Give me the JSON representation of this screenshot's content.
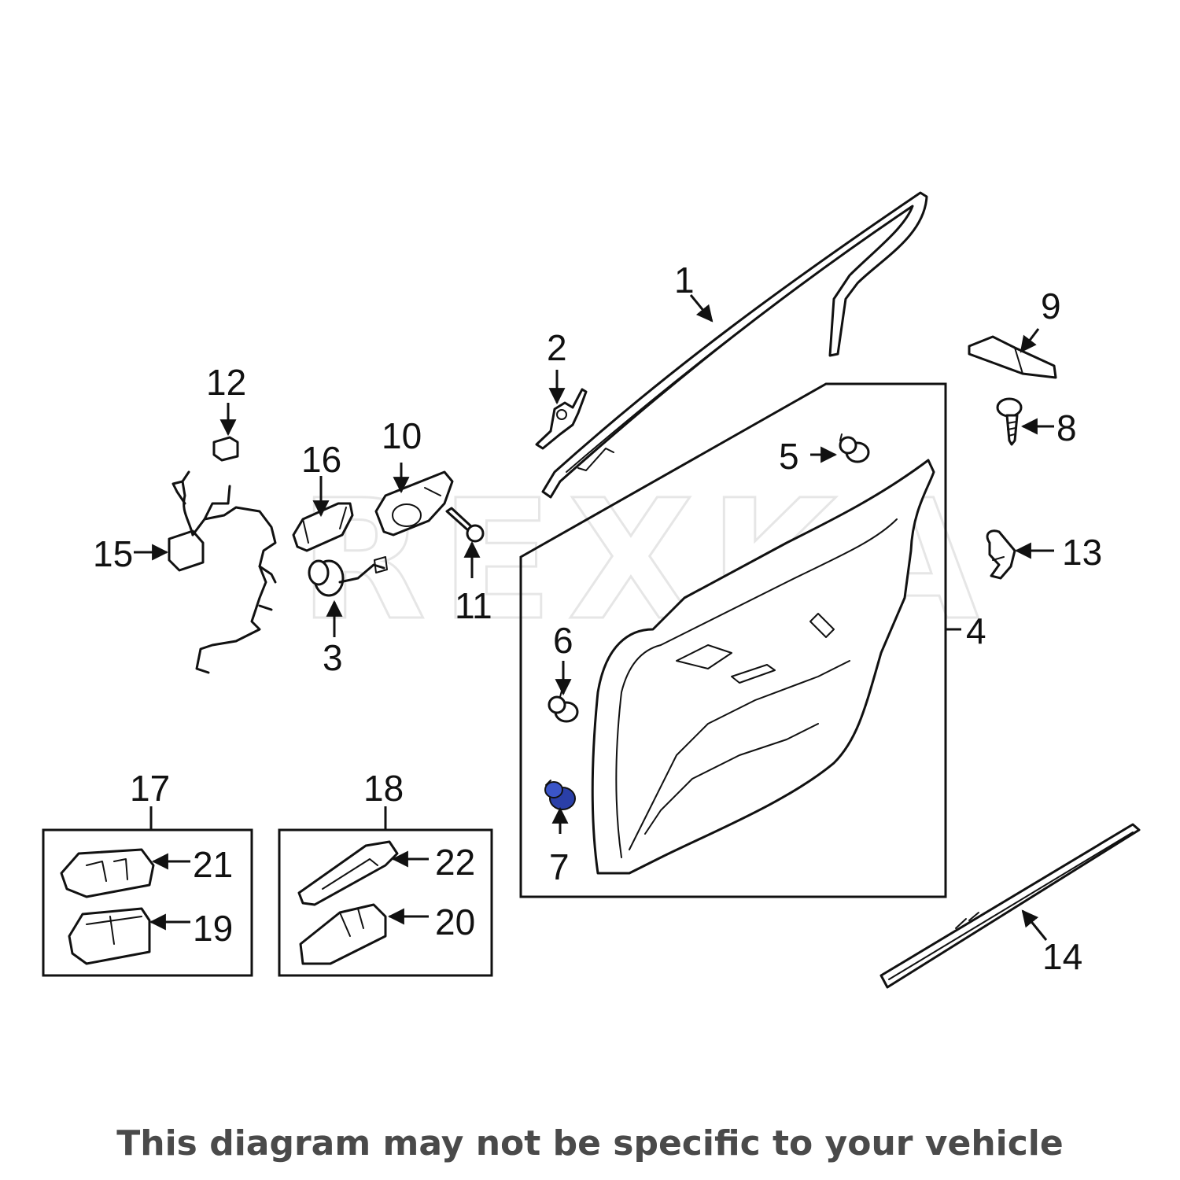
{
  "watermark": "REXKA",
  "footer_text": "This diagram may not be specific to your vehicle",
  "highlight_color": "#2a3fa8",
  "callouts": {
    "c1": "1",
    "c2": "2",
    "c3": "3",
    "c4": "4",
    "c5": "5",
    "c6": "6",
    "c7": "7",
    "c8": "8",
    "c9": "9",
    "c10": "10",
    "c11": "11",
    "c12": "12",
    "c13": "13",
    "c14": "14",
    "c15": "15",
    "c16": "16",
    "c17": "17",
    "c18": "18",
    "c19": "19",
    "c20": "20",
    "c21": "21",
    "c22": "22"
  }
}
